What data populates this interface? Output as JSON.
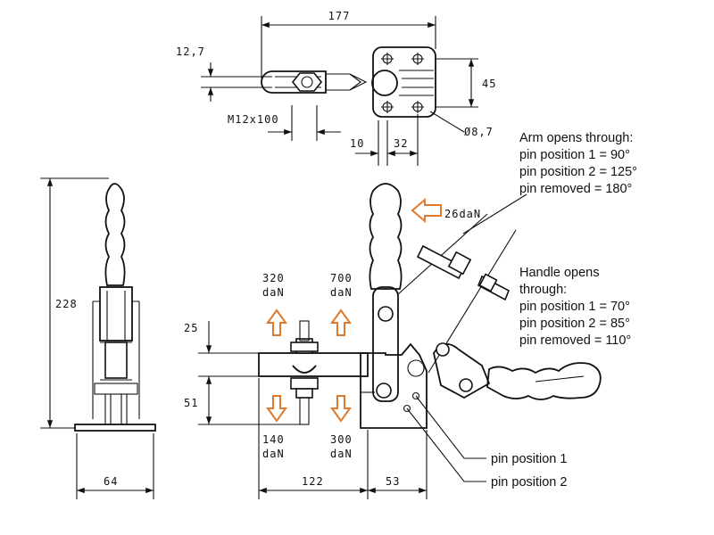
{
  "dimensions": {
    "top_width": "177",
    "top_height": "45",
    "slot_width": "12,7",
    "thread": "M12x100",
    "offset_10": "10",
    "offset_32": "32",
    "hole_dia": "Ø8,7",
    "total_height": "228",
    "base_width": "64",
    "arm_length": "122",
    "base_length": "53",
    "upper_height": "25",
    "lower_height": "51"
  },
  "forces": {
    "handle_force": "26daN",
    "up_left": {
      "value": "320",
      "unit": "daN"
    },
    "up_right": {
      "value": "700",
      "unit": "daN"
    },
    "down_left": {
      "value": "140",
      "unit": "daN"
    },
    "down_right": {
      "value": "300",
      "unit": "daN"
    }
  },
  "notes": {
    "arm": [
      "Arm opens through:",
      "pin position 1 = 90°",
      "pin position 2 = 125°",
      "pin removed  = 180°"
    ],
    "handle": [
      "Handle opens",
      "through:",
      "pin position 1 = 70°",
      "pin position 2 = 85°",
      "pin removed  = 110°"
    ],
    "pin1": "pin position 1",
    "pin2": "pin position 2"
  },
  "colors": {
    "force_arrow": "#e07a2e",
    "line": "#111111"
  }
}
